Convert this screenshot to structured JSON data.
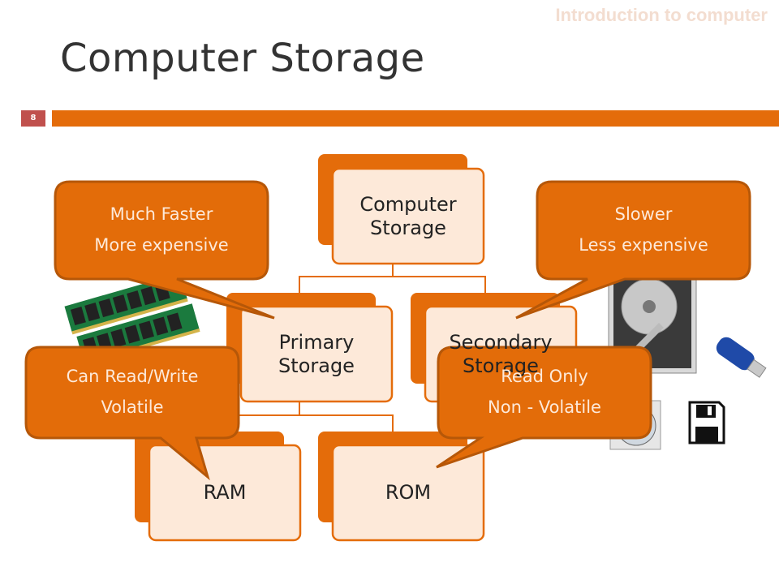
{
  "header": {
    "tag": "Introduction to computer"
  },
  "slide": {
    "title": "Computer Storage",
    "page_number": "8"
  },
  "diagram": {
    "nodes": {
      "root": "Computer\nStorage",
      "primary": "Primary\nStorage",
      "secondary": "Secondary\nStorage",
      "ram": "RAM",
      "rom": "ROM"
    }
  },
  "callouts": {
    "primary": {
      "line1": "Much Faster",
      "line2": "More expensive"
    },
    "secondary": {
      "line1": "Slower",
      "line2": "Less expensive"
    },
    "ram": {
      "line1": "Can Read/Write",
      "line2": "Volatile"
    },
    "rom": {
      "line1": "Read Only",
      "line2": "Non - Volatile"
    }
  },
  "colors": {
    "accent": "#e46c0a",
    "callout_fill": "#e36c09",
    "callout_border": "#b65708",
    "node_fill": "#fde9d9",
    "page_badge": "#c0504d"
  },
  "images": [
    "ram-modules-image",
    "hard-drive-image",
    "usb-flash-drive-image",
    "cd-disc-image",
    "floppy-disk-icon"
  ]
}
